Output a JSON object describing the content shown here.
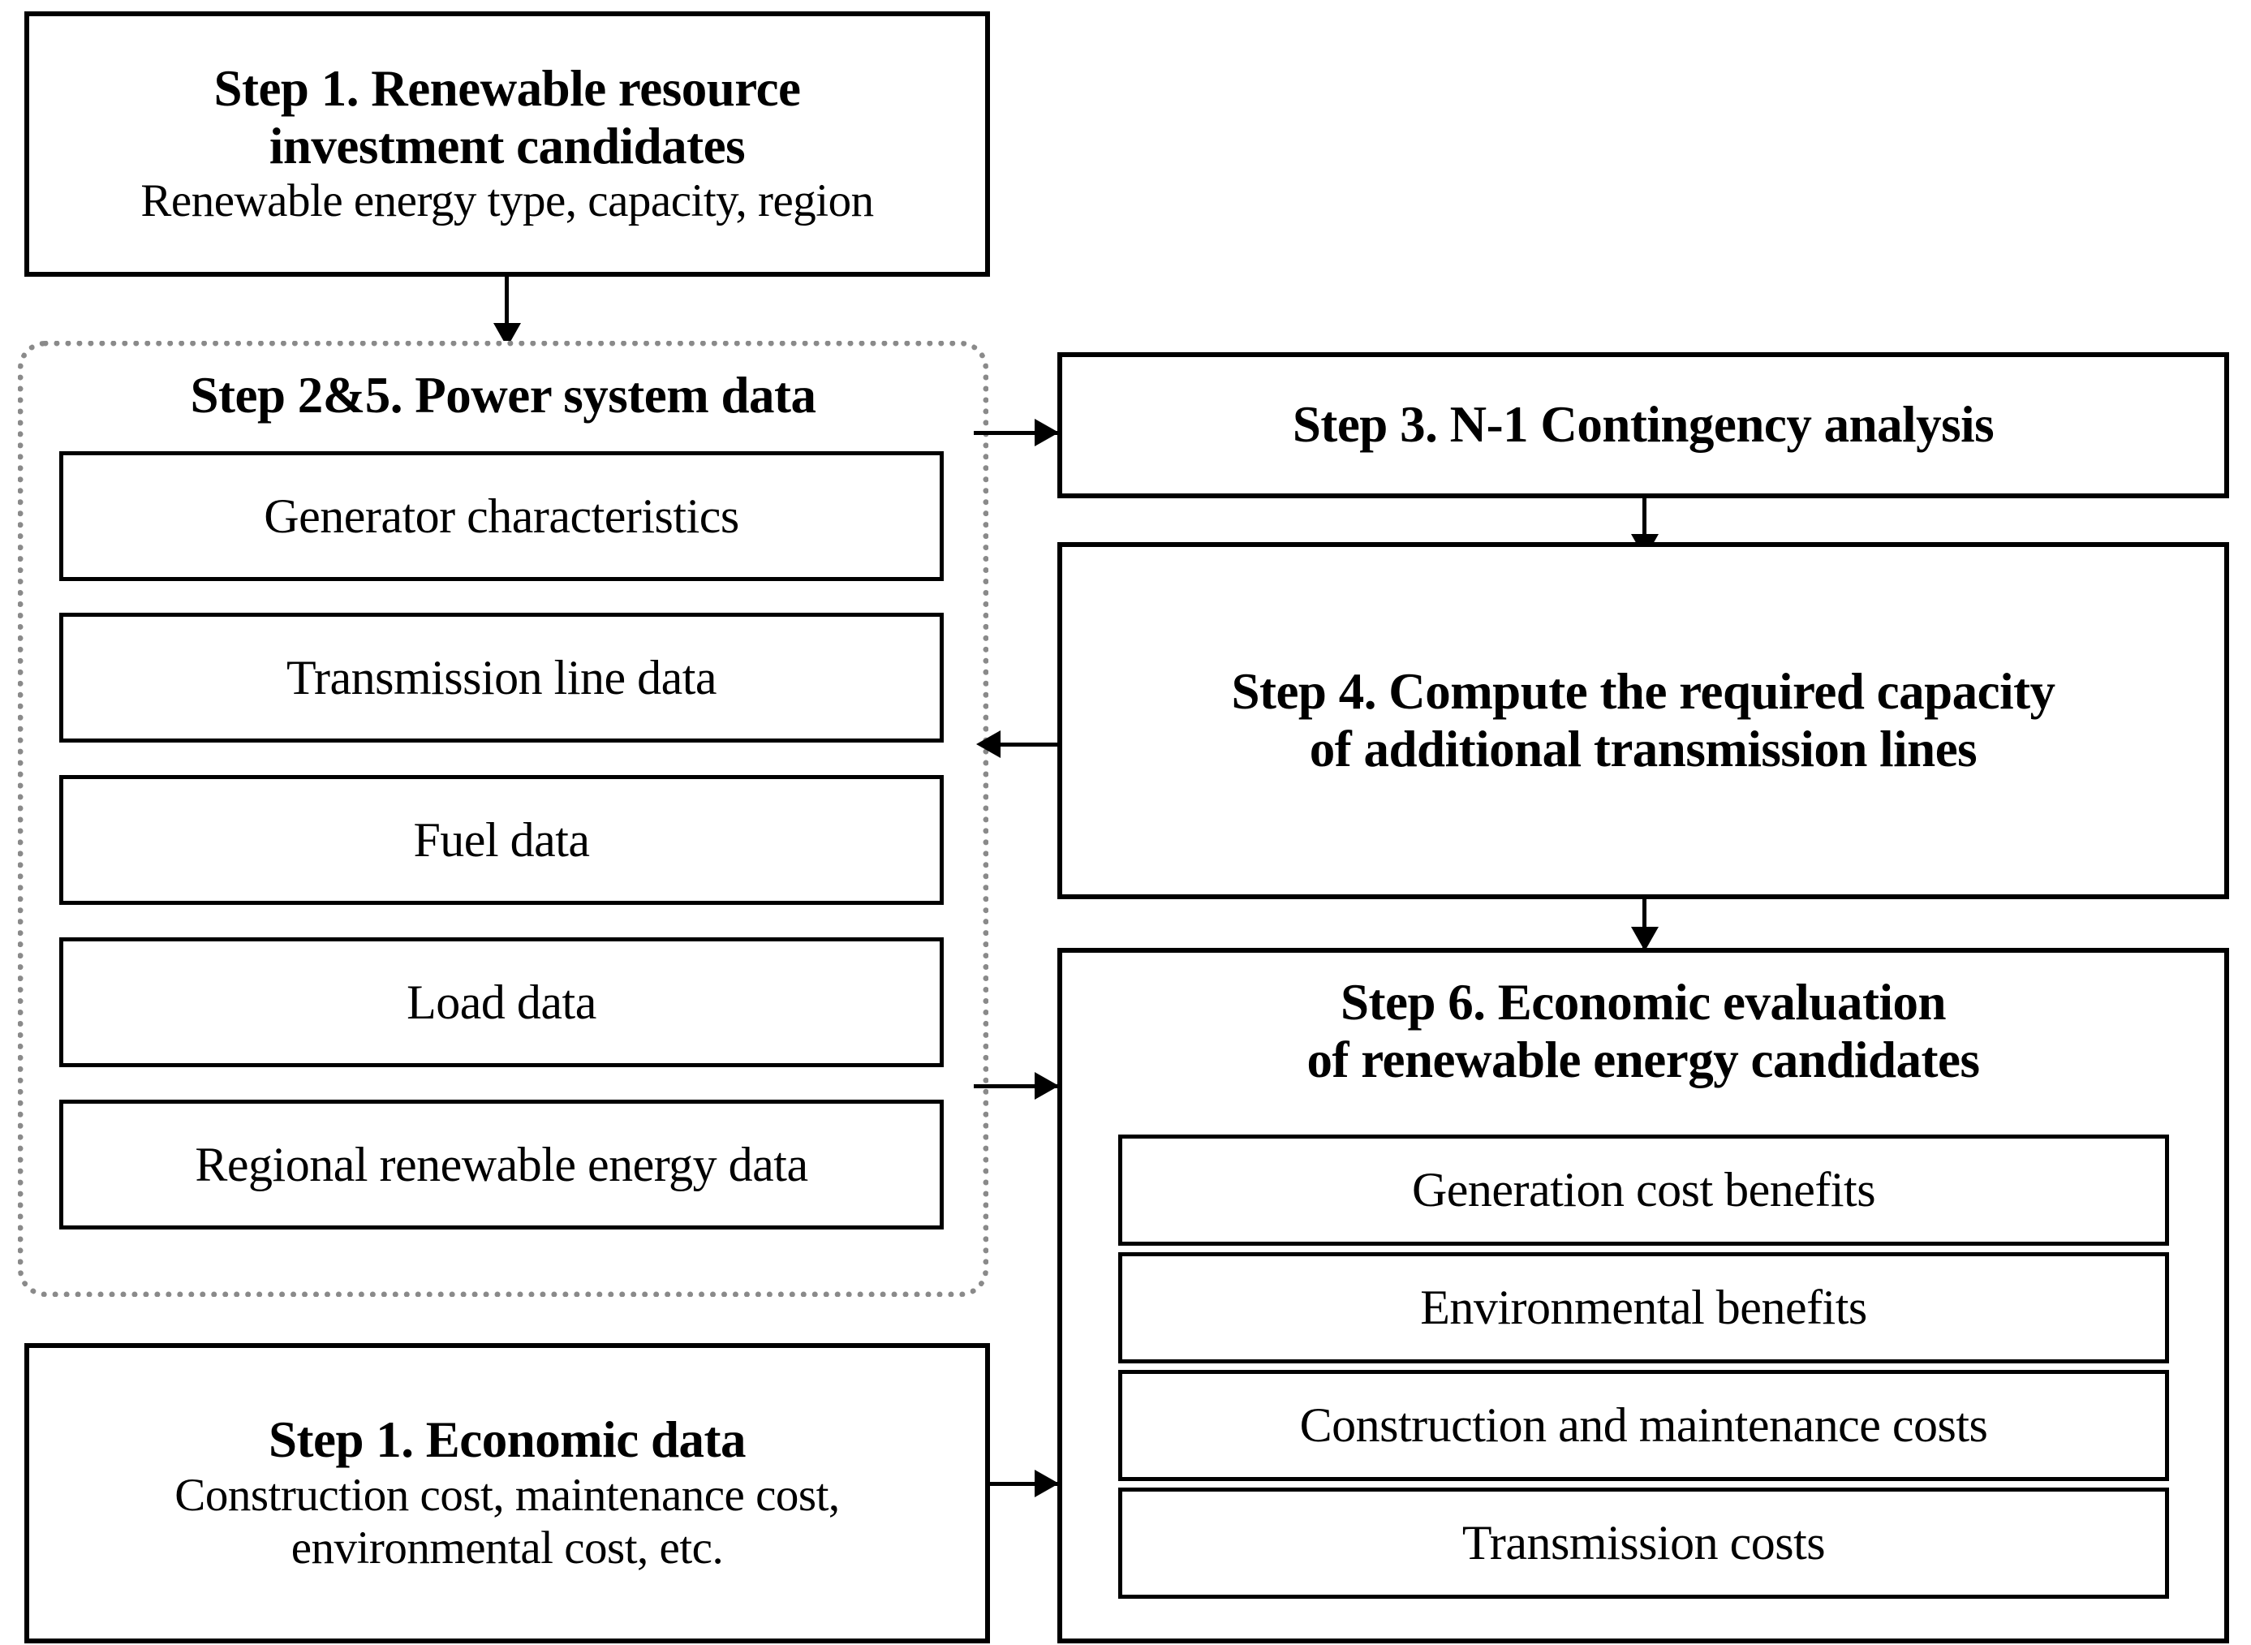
{
  "diagram": {
    "type": "flowchart",
    "background": "#ffffff",
    "line_color": "#000000",
    "dotted_border_color": "#8a8a8a",
    "nodes": {
      "step1_resource": {
        "title_line1": "Step 1. Renewable resource",
        "title_line2": "investment candidates",
        "subtitle": "Renewable energy type, capacity, region"
      },
      "step2_5_power_system": {
        "title": "Step 2&5. Power system data",
        "items": [
          "Generator characteristics",
          "Transmission line data",
          "Fuel data",
          "Load data",
          "Regional renewable energy data"
        ]
      },
      "step1_economic": {
        "title": "Step 1. Economic data",
        "subtitle_line1": "Construction cost, maintenance cost,",
        "subtitle_line2": "environmental cost, etc."
      },
      "step3_contingency": {
        "title": "Step 3. N-1 Contingency analysis"
      },
      "step4_capacity": {
        "title_line1": "Step 4. Compute the required capacity",
        "title_line2": "of additional transmission lines"
      },
      "step6_economic_eval": {
        "title_line1": "Step 6. Economic evaluation",
        "title_line2": "of renewable energy candidates",
        "items": [
          "Generation cost benefits",
          "Environmental benefits",
          "Construction and maintenance costs",
          "Transmission costs"
        ]
      }
    },
    "connectors": [
      {
        "name": "step1-to-step2",
        "from": "step1_resource",
        "to": "step2_5_power_system",
        "direction": "down"
      },
      {
        "name": "step2-to-step3",
        "from": "step2_5_power_system",
        "to": "step3_contingency",
        "direction": "right"
      },
      {
        "name": "step3-to-step4",
        "from": "step3_contingency",
        "to": "step4_capacity",
        "direction": "down"
      },
      {
        "name": "step4-to-step2",
        "from": "step4_capacity",
        "to": "step2_5_power_system",
        "direction": "left"
      },
      {
        "name": "step4-to-step6",
        "from": "step4_capacity",
        "to": "step6_economic_eval",
        "direction": "down"
      },
      {
        "name": "step2-to-step6",
        "from": "step2_5_power_system",
        "to": "step6_economic_eval",
        "direction": "right"
      },
      {
        "name": "economic-to-step6",
        "from": "step1_economic",
        "to": "step6_economic_eval",
        "direction": "right"
      }
    ]
  }
}
